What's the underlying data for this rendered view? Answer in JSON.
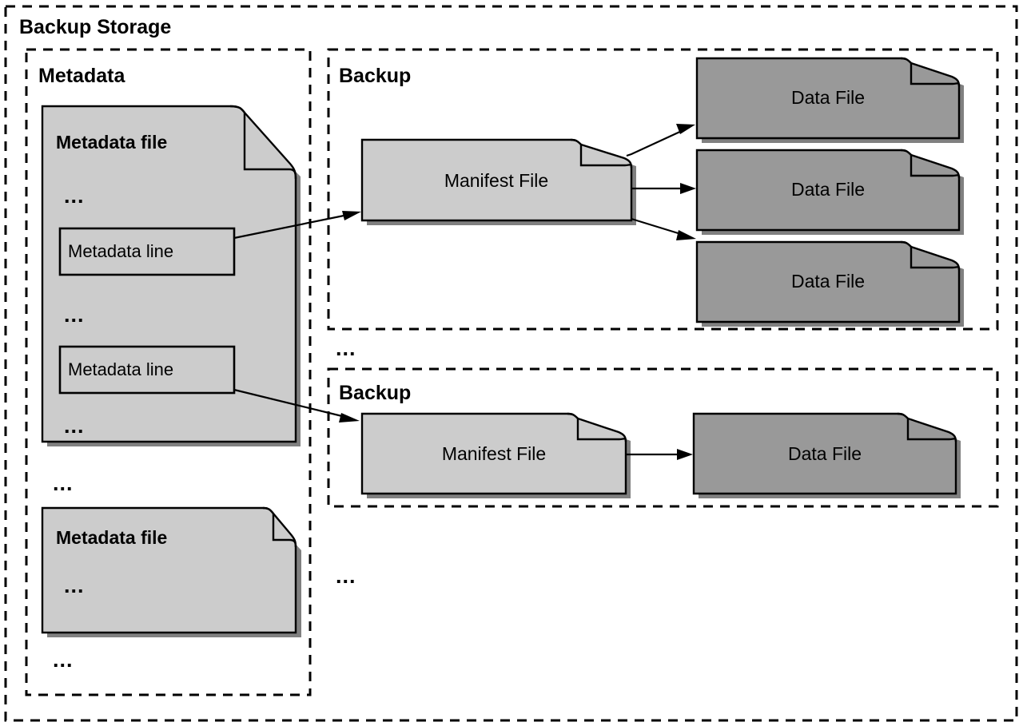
{
  "diagram": {
    "title": "Backup Storage",
    "groups": {
      "metadata": {
        "title": "Metadata"
      },
      "backup_top": {
        "title": "Backup"
      },
      "backup_bottom": {
        "title": "Backup"
      }
    },
    "nodes": {
      "metadata_file_1": {
        "label": "Metadata file",
        "fill": "#cccccc"
      },
      "metadata_file_2": {
        "label": "Metadata file",
        "fill": "#cccccc"
      },
      "metadata_line_1": {
        "label": "Metadata line"
      },
      "metadata_line_2": {
        "label": "Metadata line"
      },
      "manifest_file_1": {
        "label": "Manifest File",
        "fill": "#cccccc"
      },
      "manifest_file_2": {
        "label": "Manifest File",
        "fill": "#cccccc"
      },
      "data_file_1": {
        "label": "Data File",
        "fill": "#999999"
      },
      "data_file_2": {
        "label": "Data File",
        "fill": "#999999"
      },
      "data_file_3": {
        "label": "Data File",
        "fill": "#999999"
      },
      "data_file_4": {
        "label": "Data File",
        "fill": "#999999"
      }
    },
    "ellipses": {
      "md1_top": "...",
      "md1_mid": "...",
      "md1_bottom": "...",
      "metadata_between_files": "...",
      "md2_inner": "...",
      "metadata_after_files": "...",
      "between_backups": "...",
      "after_backups": "..."
    },
    "colors": {
      "light_gray": "#cccccc",
      "dark_gray": "#999999",
      "stroke": "#000000",
      "background": "#ffffff"
    }
  }
}
